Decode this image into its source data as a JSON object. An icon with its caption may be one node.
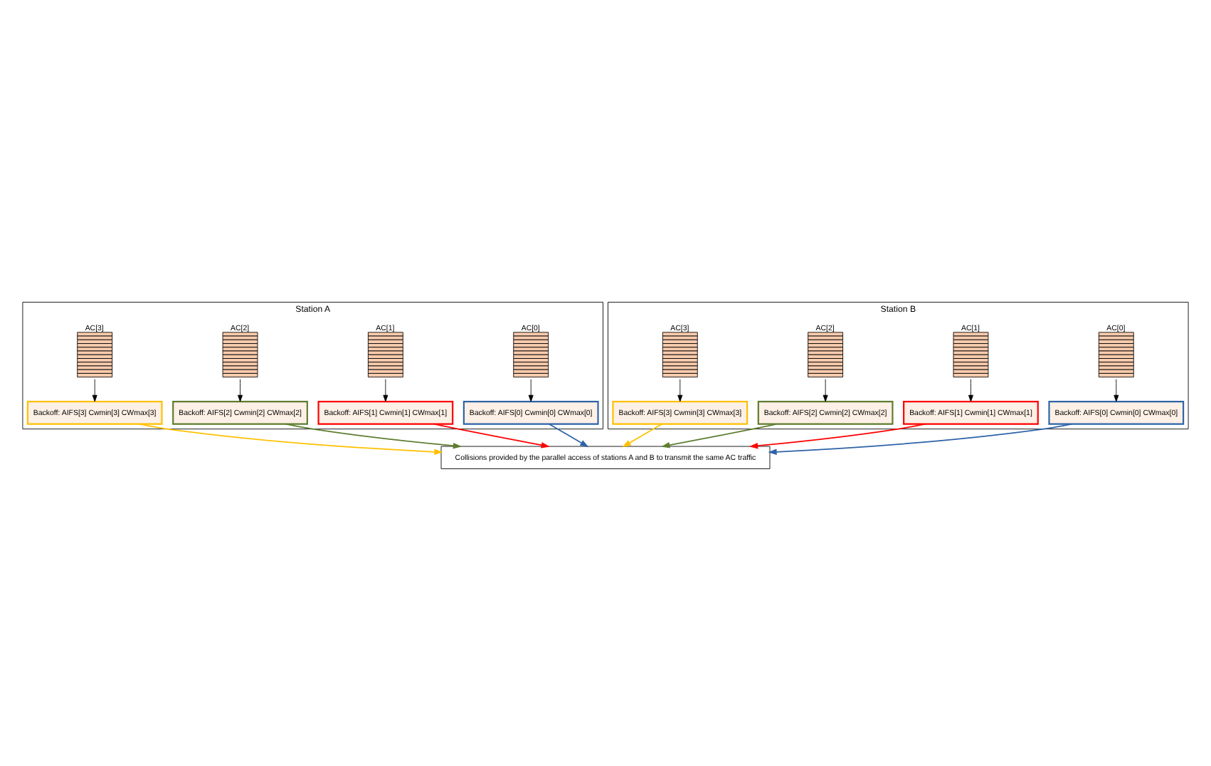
{
  "diagram": {
    "nodes": [
      {
        "text": [
          "Station A"
        ]
      },
      {
        "text": [
          "AC[0]"
        ],
        "in": 0
      },
      {
        "text": [
          "AC[1]"
        ],
        "in": 0
      },
      {
        "text": [
          "AC[2]"
        ],
        "in": 0
      },
      {
        "text": [
          "AC[3]"
        ],
        "in": 0
      },
      {
        "text": [
          "Backoff: AIFS[0] Cwmin[0] CWmax[0]"
        ],
        "in": 0
      },
      {
        "text": [
          "Backoff: AIFS[1] Cwmin[1] CWmax[1]"
        ],
        "in": 0
      },
      {
        "text": [
          "Backoff: AIFS[2] Cwmin[2] CWmax[2]"
        ],
        "in": 0
      },
      {
        "text": [
          "Backoff: AIFS[3] Cwmin[3] CWmax[3]"
        ],
        "in": 0
      },
      {
        "text": [
          "Station B"
        ]
      },
      {
        "text": [
          "AC[0]"
        ],
        "in": 9
      },
      {
        "text": [
          "AC[1]"
        ],
        "in": 9
      },
      {
        "text": [
          "AC[2]"
        ],
        "in": 9
      },
      {
        "text": [
          "AC[3]"
        ],
        "in": 9
      },
      {
        "text": [
          "Backoff: AIFS[0] Cwmin[0] CWmax[0]"
        ],
        "in": 9
      },
      {
        "text": [
          "Backoff: AIFS[1] Cwmin[1] CWmax[1]"
        ],
        "in": 9
      },
      {
        "text": [
          "Backoff: AIFS[2] Cwmin[2] CWmax[2]"
        ],
        "in": 9
      },
      {
        "text": [
          "Backoff: AIFS[3] Cwmin[3] CWmax[3]"
        ],
        "in": 9
      },
      {
        "text": [
          "Collisions provided by the parallel access of stations A and B to transmit the same AC traffic"
        ]
      }
    ],
    "edges": [
      {
        "from": 1,
        "to": 5,
        "arrow": "to"
      },
      {
        "from": 2,
        "to": 6,
        "arrow": "to"
      },
      {
        "from": 3,
        "to": 7,
        "arrow": "to"
      },
      {
        "from": 4,
        "to": 8,
        "arrow": "to"
      },
      {
        "from": 10,
        "to": 14,
        "arrow": "to"
      },
      {
        "from": 11,
        "to": 15,
        "arrow": "to"
      },
      {
        "from": 12,
        "to": 16,
        "arrow": "to"
      },
      {
        "from": 13,
        "to": 17,
        "arrow": "to"
      },
      {
        "from": 5,
        "to": 18,
        "arrow": "to",
        "color": "#2e63a8"
      },
      {
        "from": 6,
        "to": 18,
        "arrow": "to",
        "color": "#ff0000"
      },
      {
        "from": 7,
        "to": 18,
        "arrow": "to",
        "color": "#5f7d2f"
      },
      {
        "from": 8,
        "to": 18,
        "arrow": "to",
        "color": "#ffc000"
      },
      {
        "from": 14,
        "to": 18,
        "arrow": "to",
        "color": "#2e63a8"
      },
      {
        "from": 15,
        "to": 18,
        "arrow": "to",
        "color": "#ff0000"
      },
      {
        "from": 16,
        "to": 18,
        "arrow": "to",
        "color": "#5f7d2f"
      },
      {
        "from": 17,
        "to": 18,
        "arrow": "to",
        "color": "#ffc000"
      }
    ]
  }
}
